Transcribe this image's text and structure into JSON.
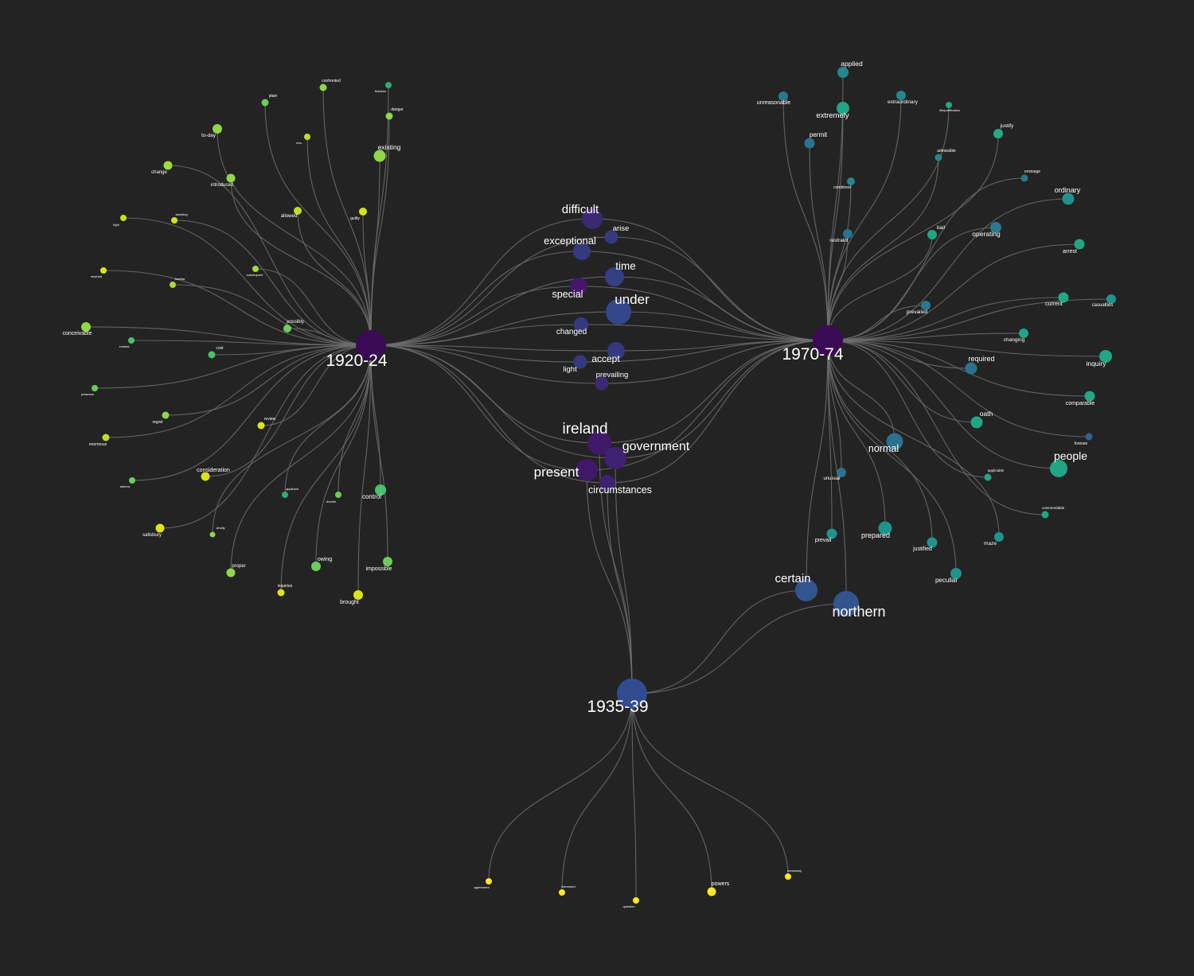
{
  "colors": {
    "background": "#232323",
    "edge": "#6e6e6e",
    "label": "#ffffff",
    "hub_1920": "#3b0a54",
    "hub_1970": "#3b0a54",
    "hub_1935": "#314c8e"
  },
  "hubs": [
    {
      "id": "1920-24",
      "label": "1920-24",
      "color": "#3b0a54"
    },
    {
      "id": "1970-74",
      "label": "1970-74",
      "color": "#3b0a54"
    },
    {
      "id": "1935-39",
      "label": "1935-39",
      "color": "#314c8e"
    }
  ],
  "groups": {
    "left": [
      {
        "label": "confronted",
        "color": "#8fd648"
      },
      {
        "label": "fearless",
        "color": "#2bb06e"
      },
      {
        "label": "plain",
        "color": "#6ccd5a"
      },
      {
        "label": "danger",
        "color": "#8fd648"
      },
      {
        "label": "to-day",
        "color": "#8fd648"
      },
      {
        "label": "mrs.",
        "color": "#bcdf26"
      },
      {
        "label": "existing",
        "color": "#8fd648"
      },
      {
        "label": "change",
        "color": "#a4db3a"
      },
      {
        "label": "introduced",
        "color": "#8fd648"
      },
      {
        "label": "allowed",
        "color": "#bcdf26"
      },
      {
        "label": "guilty",
        "color": "#d4e21a"
      },
      {
        "label": "fight",
        "color": "#c4e023"
      },
      {
        "label": "standing",
        "color": "#d4e21a"
      },
      {
        "label": "reached",
        "color": "#dde318"
      },
      {
        "label": "familiar",
        "color": "#a4db3a"
      },
      {
        "label": "subsequent",
        "color": "#a4db3a"
      },
      {
        "label": "conceivable",
        "color": "#8fd648"
      },
      {
        "label": "possibly",
        "color": "#6ccd5a"
      },
      {
        "label": "existed",
        "color": "#4ac16d"
      },
      {
        "label": "cost",
        "color": "#4ac16d"
      },
      {
        "label": "presence",
        "color": "#6ccd5a"
      },
      {
        "label": "regret",
        "color": "#8fd648"
      },
      {
        "label": "review",
        "color": "#dde318"
      },
      {
        "label": "enormous",
        "color": "#bcdf26"
      },
      {
        "label": "consideration",
        "color": "#dde318"
      },
      {
        "label": "altered",
        "color": "#6ccd5a"
      },
      {
        "label": "applicant",
        "color": "#2bb06e"
      },
      {
        "label": "doubts",
        "color": "#6ccd5a"
      },
      {
        "label": "control",
        "color": "#4ac16d"
      },
      {
        "label": "salisbury",
        "color": "#dde318"
      },
      {
        "label": "wholly",
        "color": "#8fd648"
      },
      {
        "label": "proper",
        "color": "#8fd648"
      },
      {
        "label": "owing",
        "color": "#6ccd5a"
      },
      {
        "label": "impossible",
        "color": "#6ccd5a"
      },
      {
        "label": "inquiries",
        "color": "#dde318"
      },
      {
        "label": "brought",
        "color": "#dde318"
      }
    ],
    "right": [
      {
        "label": "applied",
        "color": "#24868e"
      },
      {
        "label": "unreasonable",
        "color": "#2a788e"
      },
      {
        "label": "extraordinary",
        "color": "#24868e"
      },
      {
        "label": "extremely",
        "color": "#21a585"
      },
      {
        "label": "disqualification",
        "color": "#22a884"
      },
      {
        "label": "permit",
        "color": "#2c728e"
      },
      {
        "label": "justify",
        "color": "#25ab82"
      },
      {
        "label": "admissible",
        "color": "#24868e"
      },
      {
        "label": "combined",
        "color": "#24868e"
      },
      {
        "label": "envisage",
        "color": "#2a788e"
      },
      {
        "label": "ordinary",
        "color": "#20928c"
      },
      {
        "label": "restraint",
        "color": "#2c728e"
      },
      {
        "label": "bail",
        "color": "#21a585"
      },
      {
        "label": "operating",
        "color": "#2a788e"
      },
      {
        "label": "arrest",
        "color": "#21a585"
      },
      {
        "label": "prevailed",
        "color": "#2a788e"
      },
      {
        "label": "current",
        "color": "#22a884"
      },
      {
        "label": "casualties",
        "color": "#20928c"
      },
      {
        "label": "changing",
        "color": "#21a585"
      },
      {
        "label": "required",
        "color": "#2c728e"
      },
      {
        "label": "inquiry",
        "color": "#21a585"
      },
      {
        "label": "comparable",
        "color": "#22a884"
      },
      {
        "label": "oath",
        "color": "#21a585"
      },
      {
        "label": "normal",
        "color": "#2c728e"
      },
      {
        "label": "foresee",
        "color": "#33638d"
      },
      {
        "label": "applicable",
        "color": "#21a585"
      },
      {
        "label": "people",
        "color": "#21a585"
      },
      {
        "label": "unusual",
        "color": "#2c728e"
      },
      {
        "label": "commendable",
        "color": "#21a585"
      },
      {
        "label": "prevail",
        "color": "#20928c"
      },
      {
        "label": "prepared",
        "color": "#20928c"
      },
      {
        "label": "justified",
        "color": "#20928c"
      },
      {
        "label": "maze",
        "color": "#20928c"
      },
      {
        "label": "peculiar",
        "color": "#20928c"
      }
    ],
    "bottom": [
      {
        "label": "agreement",
        "color": "#fde725"
      },
      {
        "label": "interested",
        "color": "#fde725"
      },
      {
        "label": "question",
        "color": "#fde725"
      },
      {
        "label": "powers",
        "color": "#fde725"
      },
      {
        "label": "necessary",
        "color": "#fde725"
      }
    ],
    "shared_left_right": [
      {
        "label": "difficult",
        "color": "#3b2a73"
      },
      {
        "label": "arise",
        "color": "#35397f"
      },
      {
        "label": "exceptional",
        "color": "#35397f"
      },
      {
        "label": "time",
        "color": "#343f84"
      },
      {
        "label": "special",
        "color": "#43186a"
      },
      {
        "label": "under",
        "color": "#33478a"
      },
      {
        "label": "changed",
        "color": "#35397f"
      },
      {
        "label": "accept",
        "color": "#353a80"
      },
      {
        "label": "light",
        "color": "#35397f"
      },
      {
        "label": "prevailing",
        "color": "#3b2a73"
      }
    ],
    "shared_all": [
      {
        "label": "ireland",
        "color": "#41196a"
      },
      {
        "label": "government",
        "color": "#3e2170"
      },
      {
        "label": "present",
        "color": "#41196a"
      },
      {
        "label": "circumstances",
        "color": "#3e2170"
      }
    ],
    "shared_right_bottom": [
      {
        "label": "certain",
        "color": "#33558e"
      },
      {
        "label": "northern",
        "color": "#33558e"
      }
    ]
  }
}
